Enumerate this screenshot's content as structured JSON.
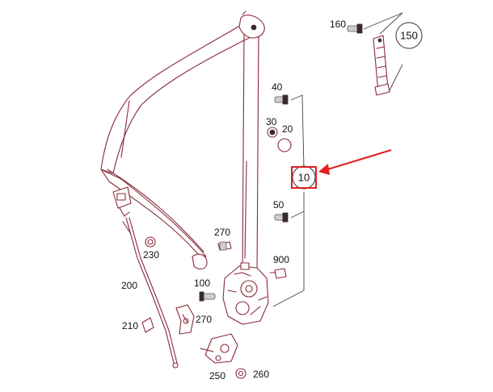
{
  "labels": {
    "l160": "160",
    "l150": "150",
    "l40": "40",
    "l30": "30",
    "l20": "20",
    "l10": "10",
    "l50": "50",
    "l270a": "270",
    "l230": "230",
    "l900": "900",
    "l200": "200",
    "l100": "100",
    "l210": "210",
    "l270b": "270",
    "l250": "250",
    "l260": "260"
  },
  "highlight": {
    "part": "10",
    "color": "#e02020"
  },
  "colors": {
    "line_art": "#8a2a3a",
    "highlight": "#e02020"
  }
}
